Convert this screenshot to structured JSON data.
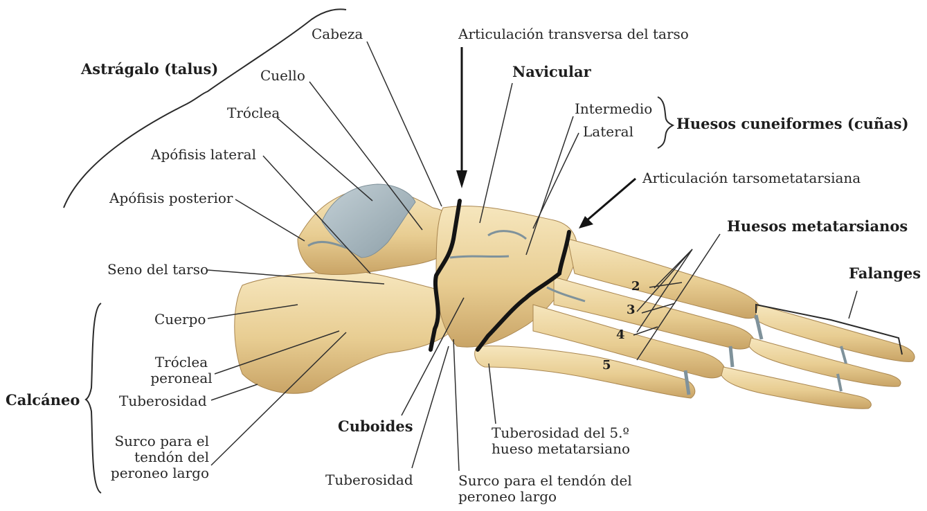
{
  "colors": {
    "bone_light": "#f2deb0",
    "bone_mid": "#e2c48a",
    "bone_shadow": "#b89458",
    "cartilage": "#9fb0b8",
    "joint_line": "#1a1a1a",
    "leader": "#2e2e2e",
    "text": "#262626"
  },
  "labels": {
    "astragalo": "Astrágalo (talus)",
    "cabeza": "Cabeza",
    "cuello": "Cuello",
    "troclea": "Tróclea",
    "apofisis_lateral": "Apófisis lateral",
    "apofisis_posterior": "Apófisis posterior",
    "seno_tarso": "Seno del tarso",
    "art_transversa": "Articulación transversa del tarso",
    "navicular": "Navicular",
    "intermedio": "Intermedio",
    "lateral": "Lateral",
    "cuneiformes": "Huesos cuneiformes (cuñas)",
    "art_tarsometatarsiana": "Articulación tarsometatarsiana",
    "metatarsianos": "Huesos metatarsianos",
    "falanges": "Falanges",
    "cuerpo": "Cuerpo",
    "troclea_peroneal": "Tróclea\nperoneal",
    "calcaneo": "Calcáneo",
    "tuberosidad_calc": "Tuberosidad",
    "surco_calc": "Surco para el\ntendón del\nperoneo largo",
    "cuboides": "Cuboides",
    "tuberosidad_cub": "Tuberosidad",
    "surco_cub": "Surco para el tendón del\nperoneo largo",
    "tuberosidad_5": "Tuberosidad del 5.º\nhueso metatarsiano",
    "num_2": "2",
    "num_3": "3",
    "num_4": "4",
    "num_5": "5"
  }
}
